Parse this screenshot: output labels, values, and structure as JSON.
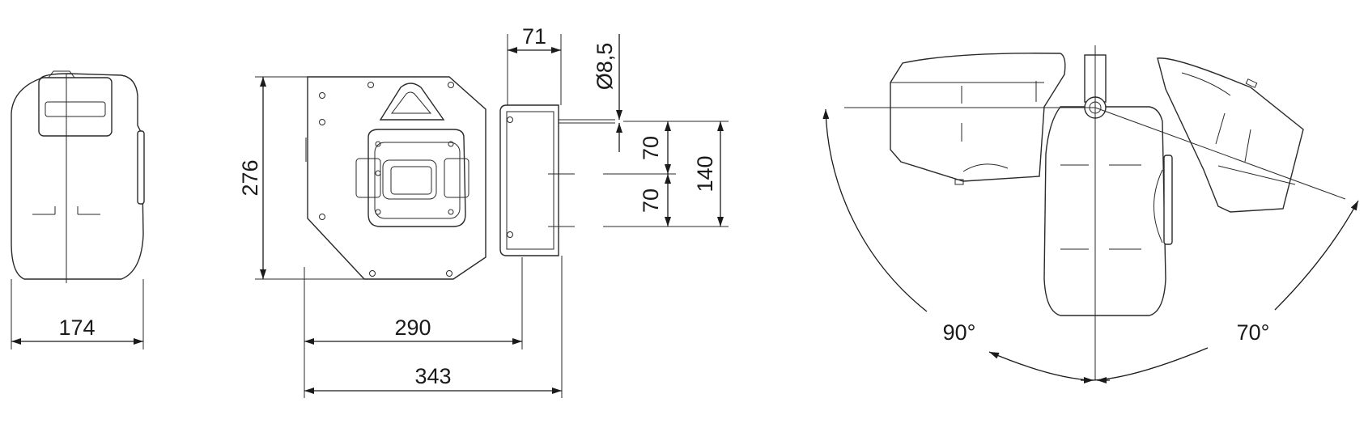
{
  "drawing": {
    "side_view": {
      "width_label": "174"
    },
    "front_view": {
      "height_label": "276",
      "body_width_label": "290",
      "total_width_label": "343",
      "bracket_depth_label": "71",
      "hole_diameter_label": "Ø8,5",
      "hole_spacing_upper_label": "70",
      "hole_spacing_lower_label": "70",
      "hole_spacing_total_label": "140"
    },
    "rotation_view": {
      "left_angle_label": "90°",
      "right_angle_label": "70°"
    }
  },
  "colors": {
    "line": "#2a2a2a",
    "background": "#ffffff"
  }
}
